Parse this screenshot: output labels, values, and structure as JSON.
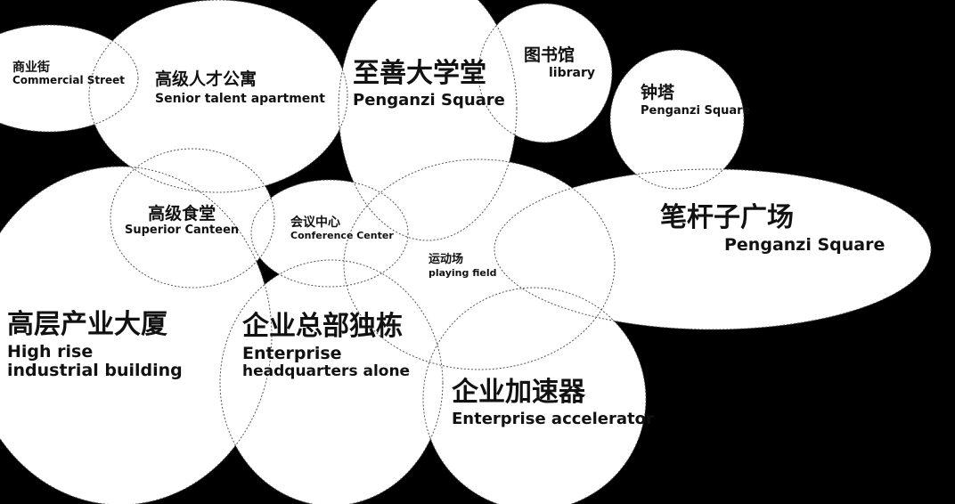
{
  "colors": {
    "background": "#000000",
    "bubble_fill": "#ffffff",
    "bubble_outline": "#555555",
    "text": "#111111"
  },
  "zones": [
    {
      "id": "commercial-street",
      "zh": "商业街",
      "en": "Commercial Street"
    },
    {
      "id": "senior-talent-apartment",
      "zh": "高级人才公寓",
      "en": "Senior talent apartment"
    },
    {
      "id": "zhishan-college",
      "zh": "至善大学堂",
      "en": "Penganzi Square"
    },
    {
      "id": "library",
      "zh": "图书馆",
      "en": "library"
    },
    {
      "id": "clock-tower",
      "zh": "钟塔",
      "en": "Penganzi Square"
    },
    {
      "id": "superior-canteen",
      "zh": "高级食堂",
      "en": "Superior Canteen"
    },
    {
      "id": "conference-center",
      "zh": "会议中心",
      "en": "Conference Center"
    },
    {
      "id": "penganzi-square",
      "zh": "笔杆子广场",
      "en": "Penganzi Square"
    },
    {
      "id": "playing-field",
      "zh": "运动场",
      "en": "playing field"
    },
    {
      "id": "high-rise-industrial",
      "zh": "高层产业大厦",
      "en": "High rise",
      "en2": "industrial building"
    },
    {
      "id": "enterprise-headquarters",
      "zh": "企业总部独栋",
      "en": "Enterprise",
      "en2": "headquarters alone"
    },
    {
      "id": "enterprise-accelerator",
      "zh": "企业加速器",
      "en": "Enterprise accelerator"
    }
  ]
}
